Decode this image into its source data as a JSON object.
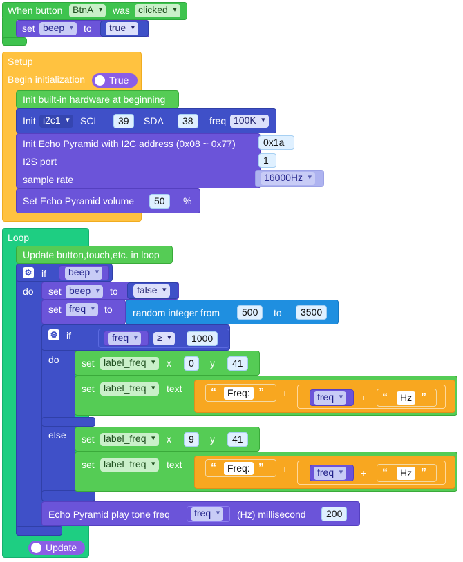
{
  "event": {
    "when_label": "When button",
    "button": "BtnA",
    "was_label": "was",
    "action": "clicked",
    "set_label": "set",
    "var": "beep",
    "to_label": "to",
    "value": "true"
  },
  "setup": {
    "title": "Setup",
    "begin_label": "Begin initialization",
    "begin_toggle": "True",
    "init_hw": "Init built-in hardware at beginning",
    "init_label": "Init",
    "i2c": "i2c1",
    "scl_label": "SCL",
    "scl": "39",
    "sda_label": "SDA",
    "sda": "38",
    "freq_label": "freq",
    "freq": "100K",
    "echo_init_label": "Init Echo Pyramid with I2C address (0x08 ~ 0x77)",
    "echo_addr": "0x1a",
    "i2s_label": "I2S port",
    "i2s": "1",
    "sample_label": "sample rate",
    "sample": "16000Hz",
    "vol_label": "Set Echo Pyramid volume",
    "vol": "50",
    "vol_unit": "%"
  },
  "loop": {
    "title": "Loop",
    "update_label": "Update button,touch,etc. in loop",
    "if_label": "if",
    "do_label": "do",
    "else_label": "else",
    "cond_var": "beep",
    "set_label": "set",
    "to_label": "to",
    "set_beep_var": "beep",
    "set_beep_val": "false",
    "set_freq_var": "freq",
    "random_label": "random integer from",
    "random_from": "500",
    "random_to_label": "to",
    "random_to": "3500",
    "cmp_var": "freq",
    "cmp_op": "≥",
    "cmp_val": "1000",
    "label_name": "label_freq",
    "x_label": "x",
    "y_label": "y",
    "text_label": "text",
    "do_x": "0",
    "do_y": "41",
    "else_x": "9",
    "else_y": "41",
    "str_freq": "Freq:",
    "plus": "+",
    "str_hz": "Hz",
    "join_var": "freq",
    "play_label": "Echo Pyramid play tone freq",
    "play_var": "freq",
    "play_mid": "(Hz) millisecond",
    "play_ms": "200",
    "update_toggle": "Update"
  }
}
